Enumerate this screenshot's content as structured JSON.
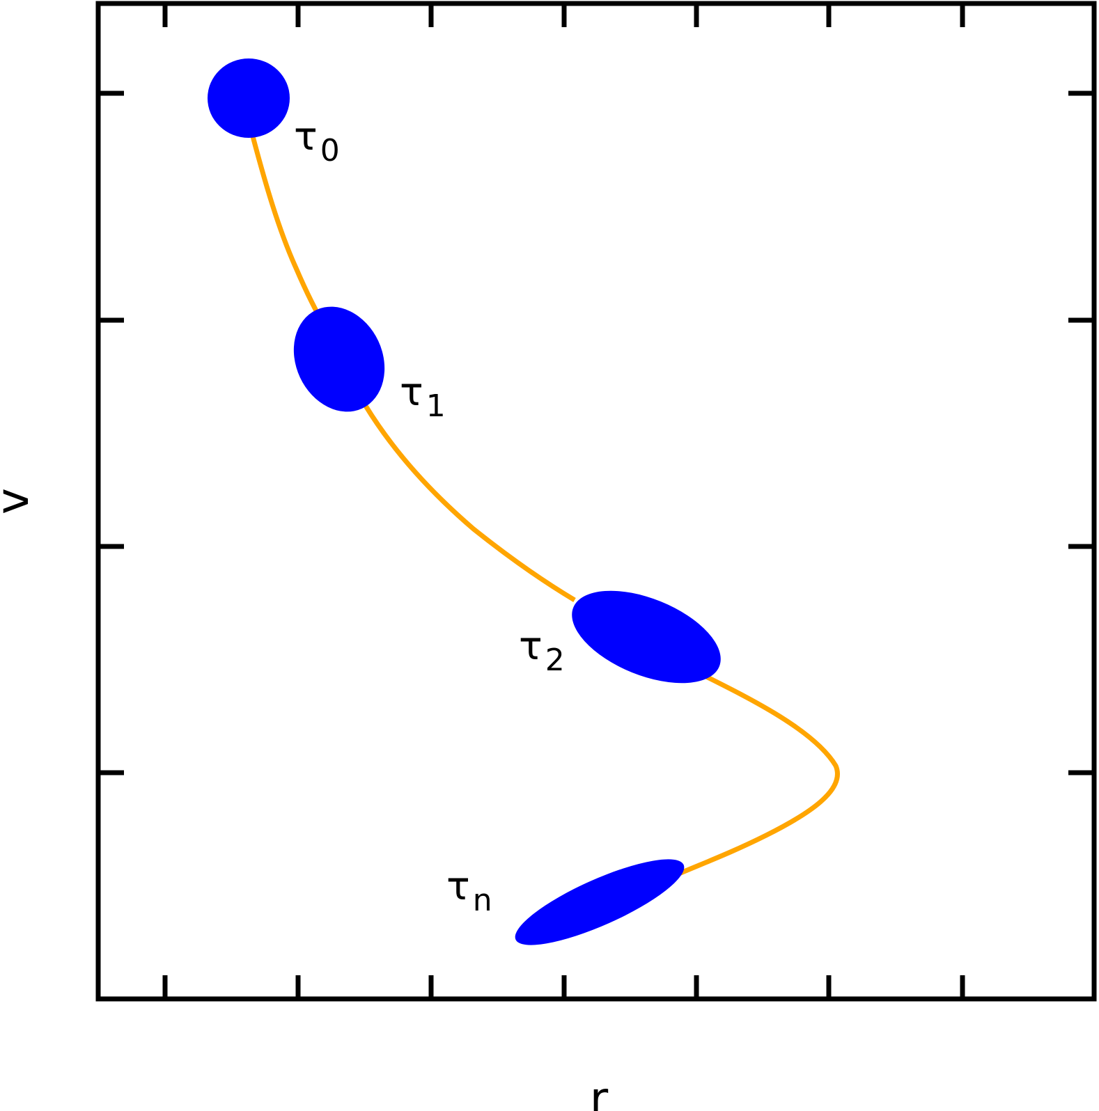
{
  "axes": {
    "xlabel": "r",
    "ylabel": "v"
  },
  "states": [
    {
      "label": "τ",
      "sub": "0"
    },
    {
      "label": "τ",
      "sub": "1"
    },
    {
      "label": "τ",
      "sub": "2"
    },
    {
      "label": "τ",
      "sub": "n"
    }
  ],
  "colors": {
    "ellipse": "#0000ff",
    "trajectory": "#ffa500",
    "axes": "#000000"
  }
}
